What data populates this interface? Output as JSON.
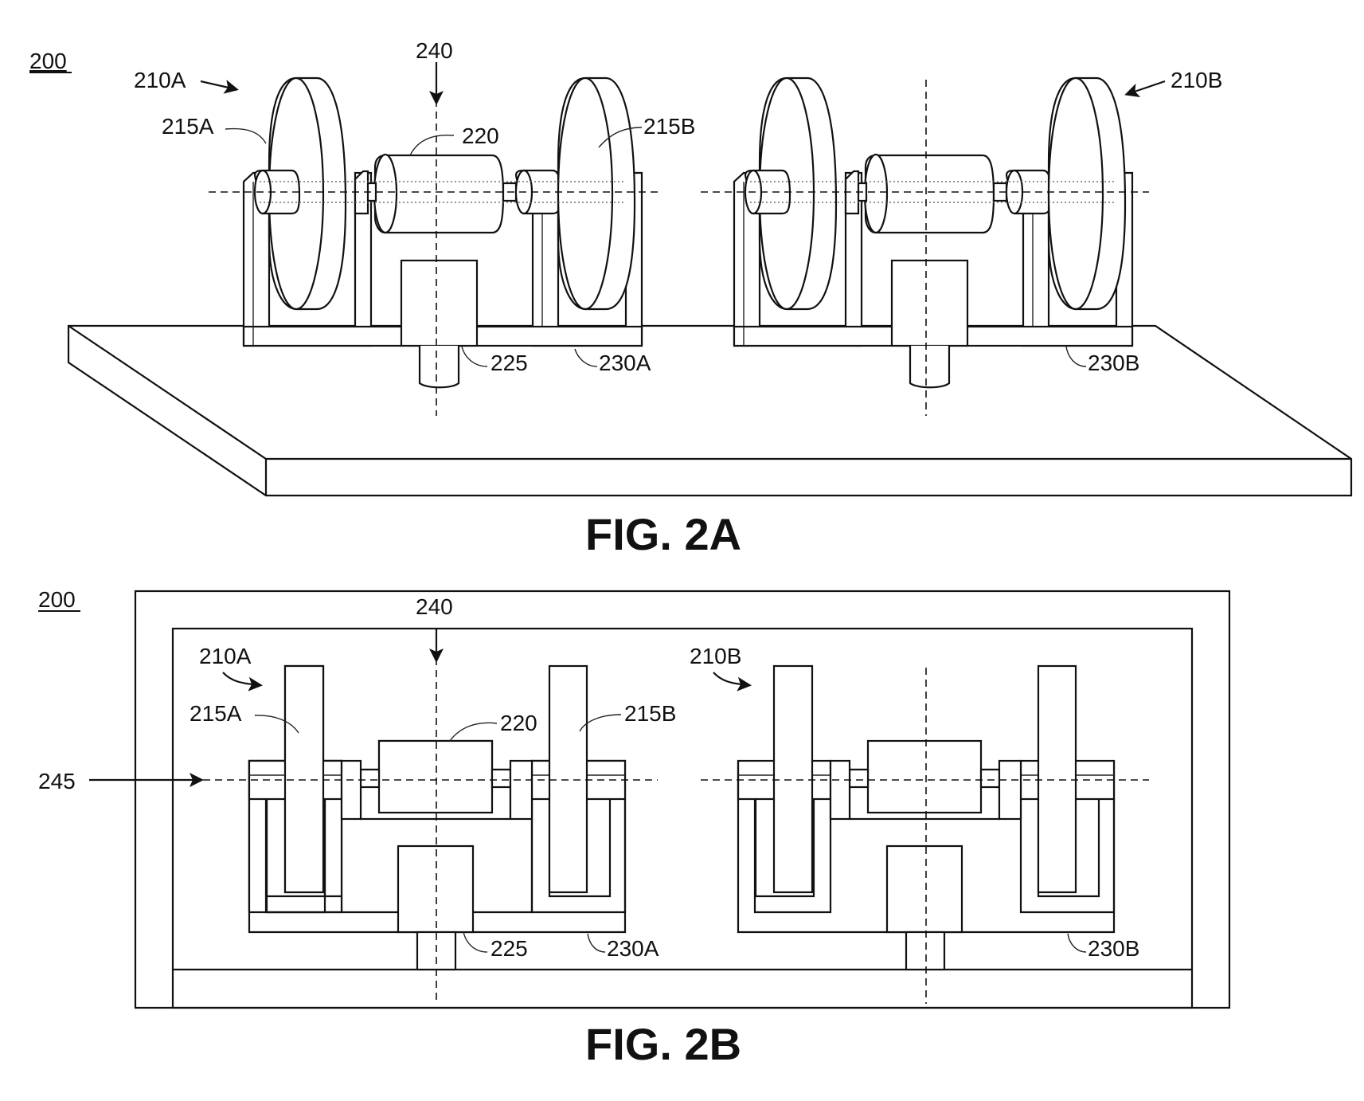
{
  "fig2a": {
    "figure_number": "200",
    "title": "FIG. 2A",
    "labels": {
      "ref_210a": "210A",
      "ref_210b": "210B",
      "ref_215a": "215A",
      "ref_215b": "215B",
      "ref_220": "220",
      "ref_225": "225",
      "ref_230a": "230A",
      "ref_230b": "230B",
      "ref_240": "240"
    }
  },
  "fig2b": {
    "figure_number": "200",
    "title": "FIG. 2B",
    "labels": {
      "ref_210a": "210A",
      "ref_210b": "210B",
      "ref_215a": "215A",
      "ref_215b": "215B",
      "ref_220": "220",
      "ref_225": "225",
      "ref_230a": "230A",
      "ref_230b": "230B",
      "ref_240": "240",
      "ref_245": "245"
    }
  }
}
